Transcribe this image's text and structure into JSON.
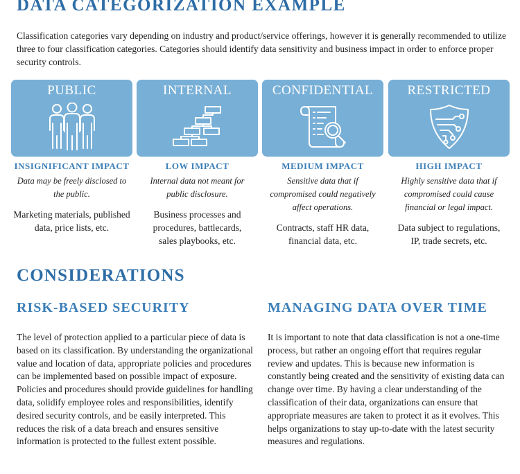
{
  "page_title": "DATA CATEGORIZATION EXAMPLE",
  "intro": "Classification categories vary depending on industry and product/service offerings, however it is generally recommended to utilize three to four classification categories. Categories should identify data sensitivity and business impact in order to enforce proper security controls.",
  "categories": [
    {
      "title": "PUBLIC",
      "icon": "people-icon",
      "impact": "INSIGNIFICANT IMPACT",
      "description": "Data may be freely disclosed to the public.",
      "examples": "Marketing materials, published data, price lists, etc."
    },
    {
      "title": "INTERNAL",
      "icon": "org-chart-icon",
      "impact": "LOW IMPACT",
      "description": "Internal data not meant for public disclosure.",
      "examples": "Business processes and procedures, battlecards, sales playbooks, etc."
    },
    {
      "title": "CONFIDENTIAL",
      "icon": "document-magnifier-icon",
      "impact": "MEDIUM IMPACT",
      "description": "Sensitive data that if compromised could negatively affect operations.",
      "examples": "Contracts, staff HR data, financial data, etc."
    },
    {
      "title": "RESTRICTED",
      "icon": "shield-circuit-icon",
      "impact": "HIGH IMPACT",
      "description": "Highly sensitive data that if compromised could cause financial or legal impact.",
      "examples": "Data subject to regulations, IP, trade secrets, etc."
    }
  ],
  "considerations": {
    "heading": "CONSIDERATIONS",
    "left": {
      "heading": "RISK-BASED SECURITY",
      "body": "The level of protection applied to a particular piece of data is based on its classification. By understanding the organizational value and location of data, appropriate policies and procedures can be implemented based on possible impact of exposure. Policies and procedures should provide guidelines for handling data, solidify employee roles and responsibilities, identify desired security controls, and be easily interpreted. This reduces the risk of a data breach and ensures sensitive information is protected to the fullest extent possible."
    },
    "right": {
      "heading": "MANAGING DATA OVER TIME",
      "body": "It is important to note that data classification is not a one-time process, but rather an ongoing effort that requires regular review and updates. This is because new information is constantly being created and the sensitivity of existing data can change over time. By having a clear understanding of the classification of their data, organizations can ensure that appropriate measures are taken to protect it as it evolves. This helps organizations to stay up-to-date with the latest security measures and regulations."
    }
  },
  "colors": {
    "heading": "#2e6da6",
    "card": "#78afd6",
    "subheading": "#3c7fb8"
  }
}
